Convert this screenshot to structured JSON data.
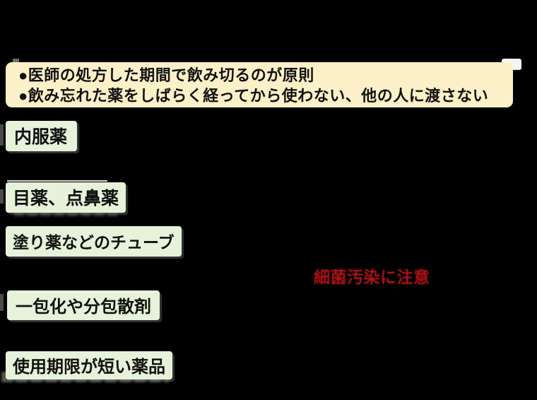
{
  "page": {
    "background": "#000000"
  },
  "notice_box": {
    "background": "#FCF0C8",
    "lines": [
      "●医師の処方した期間で飲み切るのが原則",
      "●飲み忘れた薬をしばらく経ってから使わない、他の人に渡さない"
    ]
  },
  "sections": [
    {
      "label": "内服薬"
    },
    {
      "label": "目薬、点鼻薬"
    },
    {
      "label": "塗り薬などのチューブ"
    },
    {
      "label": "一包化や分包散剤"
    },
    {
      "label": "使用期限が短い薬品"
    }
  ],
  "warning": {
    "text": "細菌汚染に注意",
    "color": "#B01217"
  },
  "colors": {
    "section_highlight": "#E6F2D9",
    "notice_background": "#FCF0C8",
    "warning_red": "#B01217",
    "background": "#000000"
  }
}
